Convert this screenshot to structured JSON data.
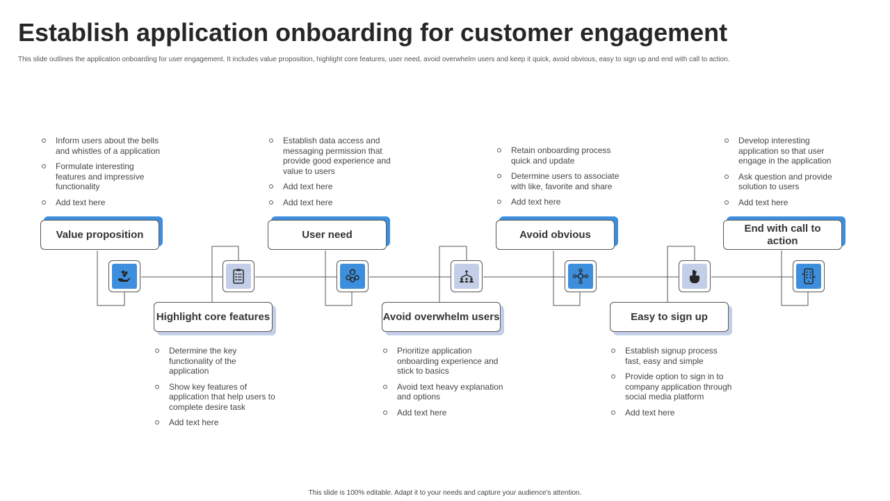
{
  "title": "Establish application onboarding for customer engagement",
  "subtitle": "This slide outlines the application onboarding for user engagement. It includes value proposition, highlight core features, user need,  avoid overwhelm users and keep it quick, avoid obvious, easy to sign up and end with call to action.",
  "footer": "This slide is 100% editable.  Adapt it to your needs and capture your audience's attention.",
  "colors": {
    "accent_blue": "#3d8fdd",
    "accent_light": "#c3cfe8",
    "line": "#555555"
  },
  "steps": [
    {
      "label": "Value proposition",
      "icon": "hand-coins-icon",
      "bullets": [
        "Inform users about the bells and whistles of a application",
        "Formulate interesting features and impressive functionality",
        "Add text here"
      ]
    },
    {
      "label": "Highlight core features",
      "icon": "checklist-icon",
      "bullets": [
        "Determine the key functionality of the application",
        "Show key features of application that help  users to complete desire task",
        "Add text here"
      ]
    },
    {
      "label": "User need",
      "icon": "users-group-icon",
      "bullets": [
        "Establish data access and messaging permission that provide good experience and value  to users",
        "Add text here",
        "Add text here"
      ]
    },
    {
      "label": "Avoid overwhelm users",
      "icon": "people-arrows-icon",
      "bullets": [
        "Prioritize application onboarding experience and stick to basics",
        "Avoid text  heavy explanation and options",
        "Add text here"
      ]
    },
    {
      "label": "Avoid obvious",
      "icon": "network-dollar-icon",
      "bullets": [
        "Retain onboarding process quick and update",
        "Determine users to associate with like,  favorite and share",
        "Add text here"
      ]
    },
    {
      "label": "Easy to sign up",
      "icon": "crossed-fingers-icon",
      "bullets": [
        "Establish signup process fast, easy and simple",
        "Provide option to sign in to company application through social media platform",
        "Add text here"
      ]
    },
    {
      "label": "End with call to action",
      "icon": "mobile-apps-icon",
      "bullets": [
        "Develop interesting application so that user engage in the application",
        "Ask question and provide solution to users",
        "Add text here"
      ]
    }
  ]
}
